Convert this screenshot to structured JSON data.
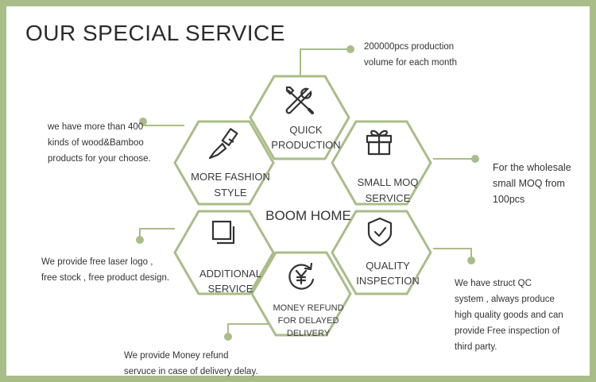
{
  "title": "OUR SPECIAL SERVICE",
  "center": "BOOM HOME",
  "colors": {
    "border": "#a9bd88",
    "hex_stroke": "#a9bd88",
    "connector": "#a9bd88",
    "text": "#333333"
  },
  "hexagons": [
    {
      "id": "quick",
      "line1": "QUICK",
      "line2": "PRODUCTION",
      "icon": "tools-icon"
    },
    {
      "id": "fashion",
      "line1": "MORE FASHION",
      "line2": "STYLE",
      "icon": "paintbrush-icon"
    },
    {
      "id": "moq",
      "line1": "SMALL MOQ",
      "line2": "SERVICE",
      "icon": "gift-icon"
    },
    {
      "id": "additional",
      "line1": "ADDITIONAL",
      "line2": "SERVICE",
      "icon": "layers-icon"
    },
    {
      "id": "quality",
      "line1": "QUALITY",
      "line2": "INSPECTION",
      "icon": "shield-check-icon"
    },
    {
      "id": "refund",
      "line1": "MONEY REFUND",
      "line2": "FOR DELAYED",
      "line3": "DELIVERY",
      "icon": "yen-refund-icon"
    }
  ],
  "notes": {
    "quick": [
      "200000pcs production",
      "volume for each month"
    ],
    "fashion": [
      "we have more than 400",
      "kinds of wood&Bamboo",
      "products for your choose."
    ],
    "moq": [
      "For the wholesale",
      "small MOQ from",
      "100pcs"
    ],
    "additional": [
      "We provide free laser logo ,",
      "free stock , free product design."
    ],
    "quality": [
      "We have struct QC",
      "system , always produce",
      "high quality goods and can",
      "provide Free inspection of",
      "third party."
    ],
    "refund": [
      "We provide Money refund",
      "servuce in case of delivery delay."
    ]
  }
}
